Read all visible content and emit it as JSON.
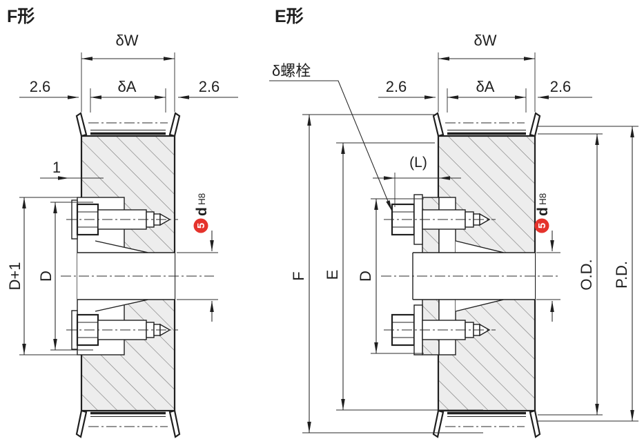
{
  "colors": {
    "red": "#e5332c",
    "line": "#1f1f1f",
    "body_fill": "#ededed",
    "hatch_line": "#7a7a7a"
  },
  "left": {
    "title": "F形",
    "top_width": "δW",
    "groove_width": "δA",
    "flange_offset_left": "2.6",
    "flange_offset_right": "2.6",
    "step": "1",
    "recess_dia": "D+1",
    "hub_dia": "D",
    "bore_ref": "5",
    "bore_dia": "d",
    "bore_fit": "H8"
  },
  "right": {
    "title": "E形",
    "bolt_callout": "δ螺栓",
    "top_width": "δW",
    "groove_width": "δA",
    "flange_offset_left": "2.6",
    "flange_offset_right": "2.6",
    "hub_projection": "(L)",
    "flange_dia": "F",
    "body_dia": "E",
    "hub_dia": "D",
    "bore_ref": "5",
    "bore_dia": "d",
    "bore_fit": "H8",
    "outside_dia": "O.D.",
    "pitch_dia": "P.D."
  }
}
